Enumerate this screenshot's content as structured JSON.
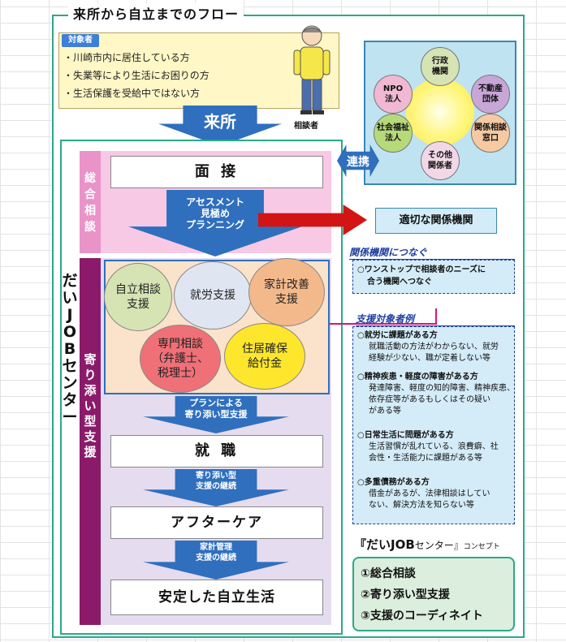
{
  "title": "来所から自立までのフロー",
  "target": {
    "label": "対象者",
    "items": [
      "・川崎市内に居住している方",
      "・失業等により生活にお困りの方",
      "・生活保護を受給中ではない方"
    ],
    "person_label": "相談者"
  },
  "raisho": "来所",
  "center_name": "だいJOBセンター",
  "bands": {
    "sogo": "総合相談",
    "yorisoi": "寄り添い型支援"
  },
  "stages": {
    "mensetsu": "面 接",
    "shushoku": "就 職",
    "aftercare": "アフターケア",
    "antei": "安定した自立生活"
  },
  "step_arrows": {
    "assessment": [
      "アセスメント",
      "見極め",
      "プランニング"
    ],
    "plan": [
      "プランによる",
      "寄り添い型支援"
    ],
    "yorisoi_keizoku": [
      "寄り添い型",
      "支援の継続"
    ],
    "kakei": [
      "家計管理",
      "支援の継続"
    ]
  },
  "support_circles": {
    "jiritsu": [
      "自立相談",
      "支援"
    ],
    "shuro": [
      "就労支援"
    ],
    "kakei": [
      "家計改善",
      "支援"
    ],
    "senmon": [
      "専門相談",
      "（弁護士、",
      "税理士）"
    ],
    "jukyo": [
      "住居確保",
      "給付金"
    ]
  },
  "network": {
    "center_text": "",
    "nodes": {
      "gyosei": [
        "行政",
        "機関"
      ],
      "fudosan": [
        "不動産",
        "団体"
      ],
      "kankei_sodan": [
        "関係相談",
        "窓口"
      ],
      "sonota": [
        "その他",
        "関係者"
      ],
      "shakai": [
        "社会福祉",
        "法人"
      ],
      "npo": [
        "NPO",
        "法人"
      ]
    }
  },
  "renkei": "連携",
  "appropriate": "適切な関係機関",
  "tsunagu": {
    "head": "関係機関につなぐ",
    "body": [
      "○ワンストップで相談者のニーズに",
      "合う機関へつなぐ"
    ]
  },
  "cases": {
    "head": "支援対象者例",
    "groups": [
      {
        "title": "○就労に課題がある方",
        "lines": [
          "就職活動の方法がわからない、就労",
          "経験が少ない、職が定着しない等"
        ]
      },
      {
        "title": "○精神疾患・軽度の障害がある方",
        "lines": [
          "発達障害、軽度の知的障害、精神疾患、",
          "依存症等があるもしくはその疑い",
          "がある等"
        ]
      },
      {
        "title": "○日常生活に問題がある方",
        "lines": [
          "生活習慣が乱れている、浪費癖、社",
          "会性・生活能力に課題がある等"
        ]
      },
      {
        "title": "○多重債務がある方",
        "lines": [
          "借金があるが、法律相談はしてい",
          "ない、解決方法を知らない等"
        ]
      }
    ]
  },
  "concept": {
    "head_main": "『だいJOB",
    "head_mid": "センター』",
    "head_small": "コンセプト",
    "items": [
      "①総合相談",
      "②寄り添い型支援",
      "③支援のコーディネイト"
    ]
  },
  "colors": {
    "accent_green": "#2aa98a",
    "arrow_blue": "#2f6fbe",
    "arrow_red": "#d21414",
    "band_pink": "#e993c9",
    "band_purple": "#8b1b6a"
  }
}
